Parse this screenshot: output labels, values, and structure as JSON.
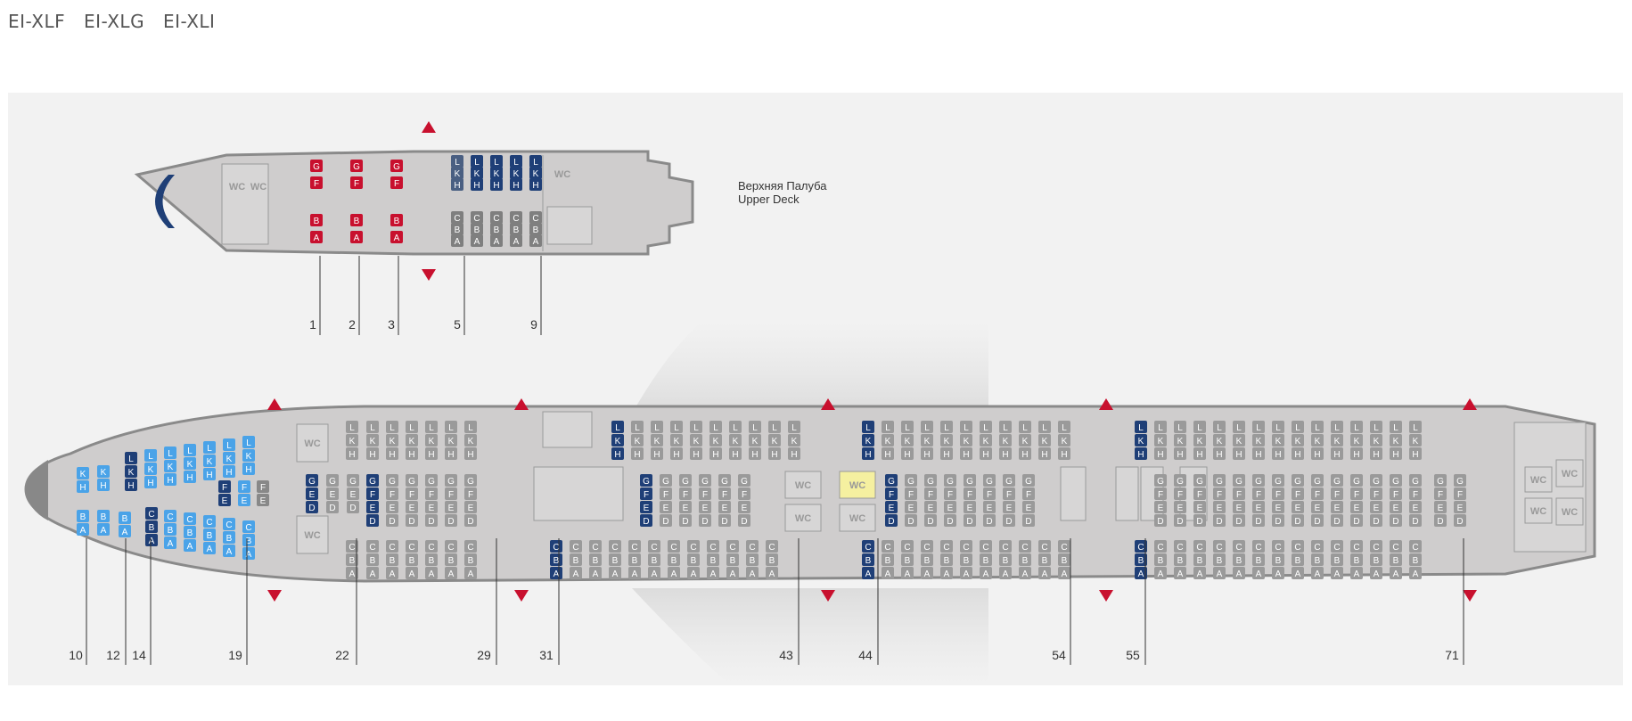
{
  "header": {
    "registrations": [
      "EI-XLF",
      "EI-XLG",
      "EI-XLI"
    ]
  },
  "upper_deck": {
    "label_ru": "Верхняя Палуба",
    "label_en": "Upper Deck",
    "wc": "WC",
    "row_labels": [
      "1",
      "2",
      "3",
      "5",
      "9"
    ],
    "first_rows": [
      {
        "top": [
          "G",
          "F"
        ],
        "bottom": [
          "B",
          "A"
        ]
      },
      {
        "top": [
          "G",
          "F"
        ],
        "bottom": [
          "B",
          "A"
        ]
      },
      {
        "top": [
          "G",
          "F"
        ],
        "bottom": [
          "B",
          "A"
        ]
      }
    ],
    "business": {
      "top": [
        "L",
        "K",
        "H"
      ],
      "bottom": [
        "C",
        "B",
        "A"
      ],
      "rows": 5
    }
  },
  "main_deck": {
    "wc": "WC",
    "row_labels": [
      "10",
      "12",
      "14",
      "19",
      "22",
      "29",
      "31",
      "43",
      "44",
      "54",
      "55",
      "71"
    ],
    "letters_top": [
      "L",
      "K",
      "H"
    ],
    "letters_mid": [
      "G",
      "F",
      "E",
      "D"
    ],
    "letters_bottom": [
      "C",
      "B",
      "A"
    ],
    "nose_top": [
      "K",
      "H"
    ],
    "nose_bottom": [
      "B",
      "A"
    ],
    "mid_pair": [
      "F",
      "E"
    ]
  },
  "colors": {
    "first": "#c8102e",
    "business_blue": "#1f3f77",
    "premium_blue": "#4aa3e8",
    "economy": "#9a9a9a",
    "fuselage": "#cfcdcd",
    "fuselage_edge": "#8a8a8a",
    "exit": "#c8102e",
    "highlight_wc": "#f5f0a0"
  }
}
